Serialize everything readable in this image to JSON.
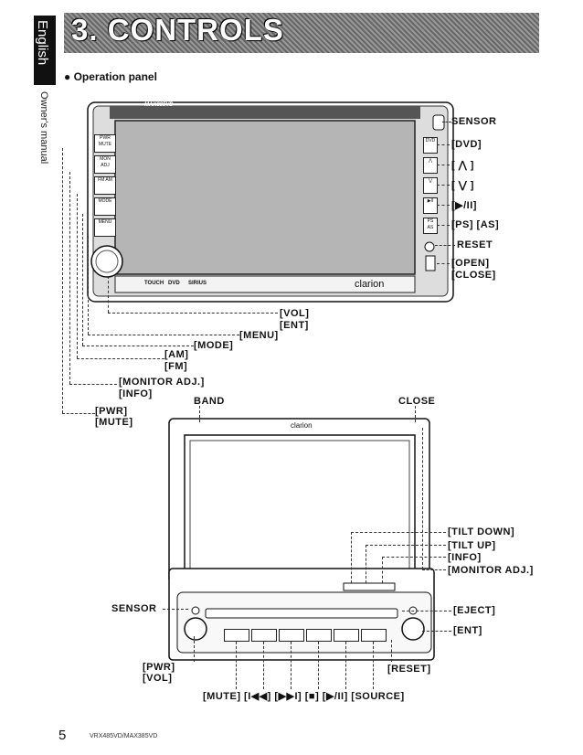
{
  "header": {
    "title": "3. CONTROLS",
    "language_tab": "English",
    "manual_label": "Owner's manual"
  },
  "section": {
    "heading": "Operation panel"
  },
  "unit1": {
    "model": "MAX385VD",
    "brand": "clarion",
    "bottom_logos": [
      "TOUCH",
      "DVD",
      "SIRIUS"
    ],
    "left_buttons": [
      "PWR MUTE",
      "MON ADJ",
      "FM AM",
      "MODE",
      "MENU"
    ],
    "right_buttons": [
      "DVD",
      "",
      "",
      "",
      "PS AS"
    ],
    "labels": {
      "sensor": "SENSOR",
      "dvd": "[DVD]",
      "up": "[ ⋀ ]",
      "down": "[ ⋁ ]",
      "play": "[▶/II]",
      "psas": "[PS] [AS]",
      "reset": "RESET",
      "open": "[OPEN]",
      "close": "[CLOSE]",
      "vol": "[VOL]",
      "ent": "[ENT]",
      "menu": "[MENU]",
      "mode": "[MODE]",
      "am": "[AM]",
      "fm": "[FM]",
      "monitor_adj": "[MONITOR ADJ.]",
      "info": "[INFO]",
      "pwr": "[PWR]",
      "mute": "[MUTE]"
    }
  },
  "unit2": {
    "brand": "clarion",
    "labels": {
      "band": "BAND",
      "close": "CLOSE",
      "tilt_down": "[TILT DOWN]",
      "tilt_up": "[TILT UP]",
      "info": "[INFO]",
      "monitor_adj": "[MONITOR ADJ.]",
      "sensor": "SENSOR",
      "eject": "[EJECT]",
      "ent": "[ENT]",
      "pwr": "[PWR]",
      "vol": "[VOL]",
      "reset": "[RESET]",
      "bottom": "[MUTE]  [I◀◀]  [▶▶I]  [■]  [▶/II]  [SOURCE]"
    }
  },
  "footer": {
    "page_number": "5",
    "model": "VRX485VD/MAX385VD"
  }
}
